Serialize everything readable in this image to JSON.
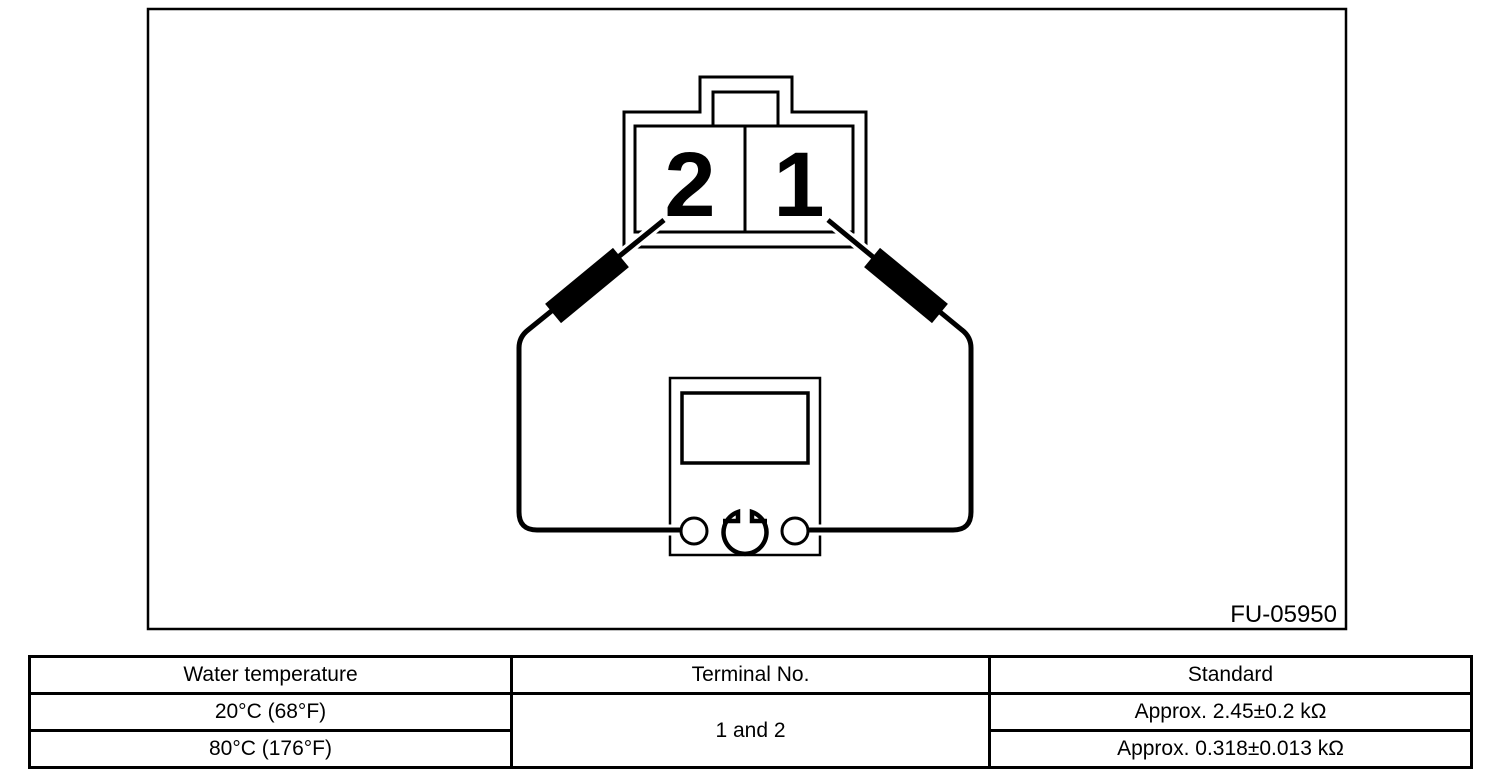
{
  "figure": {
    "code": "FU-05950",
    "connector": {
      "terminal_left_label": "2",
      "terminal_right_label": "1"
    },
    "meter_symbol": "Ω",
    "colors": {
      "line": "#000000",
      "background": "#ffffff"
    }
  },
  "table": {
    "headers": {
      "water_temperature": "Water temperature",
      "terminal_no": "Terminal No.",
      "standard": "Standard"
    },
    "terminal_no_value": "1 and 2",
    "rows": [
      {
        "water_temperature": "20°C (68°F)",
        "standard": "Approx. 2.45±0.2 kΩ"
      },
      {
        "water_temperature": "80°C (176°F)",
        "standard": "Approx. 0.318±0.013 kΩ"
      }
    ]
  }
}
